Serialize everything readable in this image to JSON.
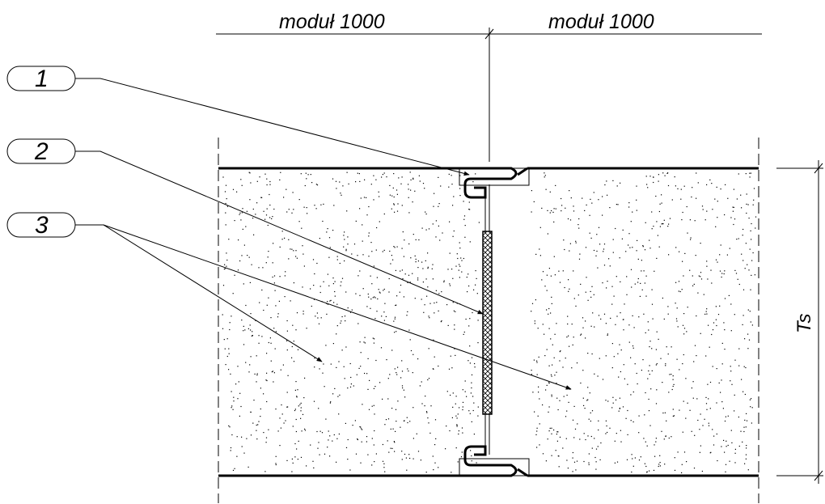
{
  "dimensions": {
    "module_left": "moduł 1000",
    "module_right": "moduł 1000",
    "thickness": "Ts"
  },
  "callouts": [
    {
      "number": "1"
    },
    {
      "number": "2"
    },
    {
      "number": "3"
    }
  ]
}
